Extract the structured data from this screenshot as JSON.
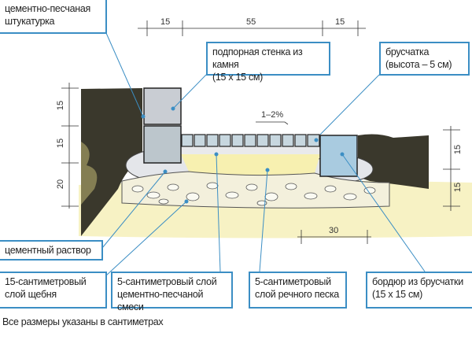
{
  "labels": {
    "plaster": [
      "цементно-песчаная",
      "штукатурка"
    ],
    "retaining_wall": [
      "подпорная стенка из камня",
      "(15 x 15 см)"
    ],
    "paving": [
      "брусчатка",
      "(высота – 5 см)"
    ],
    "mortar": [
      "цементный раствор"
    ],
    "gravel": [
      "15-сантиметровый",
      "слой щебня"
    ],
    "cement_sand": [
      "5-сантиметровый слой",
      "цементно-песчаной смеси"
    ],
    "river_sand": [
      "5-сантиметровый",
      "слой речного песка"
    ],
    "curb": [
      "бордюр из брусчатки",
      "(15 x 15 см)"
    ]
  },
  "dimensions": {
    "top": [
      "15",
      "55",
      "15"
    ],
    "left": [
      "15",
      "15",
      "20"
    ],
    "right": [
      "15",
      "15"
    ],
    "bottom": "30",
    "slope": "1–2%"
  },
  "footer": "Все размеры указаны в сантиметрах",
  "colors": {
    "accent": "#3b8ec4",
    "soil": "#3a382c",
    "sand": "#f6f0b8",
    "stone": "#c9cdd3",
    "curb": "#a9cbe0"
  }
}
